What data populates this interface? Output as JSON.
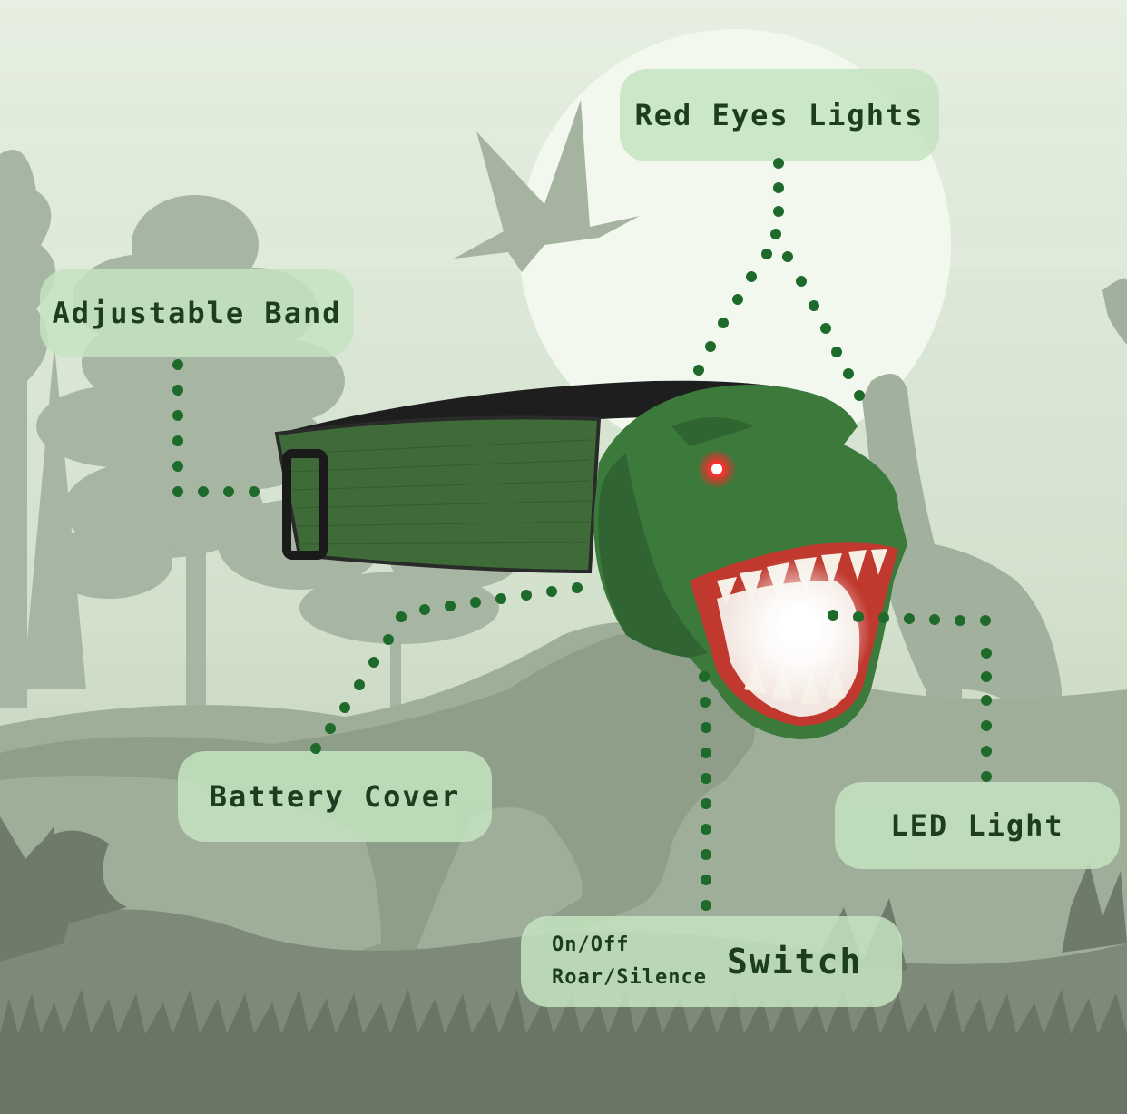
{
  "colors": {
    "background": "#dbe8d6",
    "silhouette": "#8e9e89",
    "foreground_silhouette": "#7e8a79",
    "moon": "#f3f8ee",
    "label_bg": "#c4e3c1",
    "label_text": "#1c3d1f",
    "dotted_line": "#1d6a2b",
    "band_green": "#3f6b38",
    "band_edge": "#2a2a2a",
    "dino_green": "#3c7a3c",
    "dino_dark": "#24502a",
    "eye_red": "#ff2020",
    "mouth_red": "#c0382e",
    "teeth": "#f5efe6",
    "led_glow": "#ffffff"
  },
  "labels": {
    "red_eyes": "Red Eyes Lights",
    "adjustable_band": "Adjustable Band",
    "battery_cover": "Battery Cover",
    "led_light": "LED Light",
    "switch_line1": "On/Off",
    "switch_line2": "Roar/Silence",
    "switch_title": "Switch"
  },
  "icons": {
    "product": "dinosaur-headlamp-icon",
    "background": "prehistoric-landscape-icon"
  }
}
